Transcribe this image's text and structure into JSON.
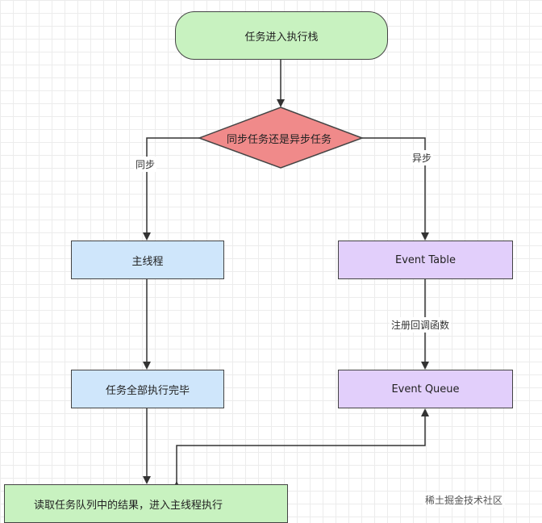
{
  "nodes": {
    "start": "任务进入执行栈",
    "decision": "同步任务还是异步任务",
    "main_thread": "主线程",
    "all_done": "任务全部执行完毕",
    "event_table": "Event Table",
    "event_queue": "Event Queue",
    "read_queue": "读取任务队列中的结果，进入主线程执行"
  },
  "edges": {
    "sync": "同步",
    "async": "异步",
    "register_callback": "注册回调函数"
  },
  "colors": {
    "terminal_fill": "#c8f2c0",
    "decision_fill": "#f08a8a",
    "sync_fill": "#cfe6fb",
    "async_fill": "#e2cffb",
    "stroke": "#333333"
  },
  "watermark": "稀土掘金技术社区"
}
